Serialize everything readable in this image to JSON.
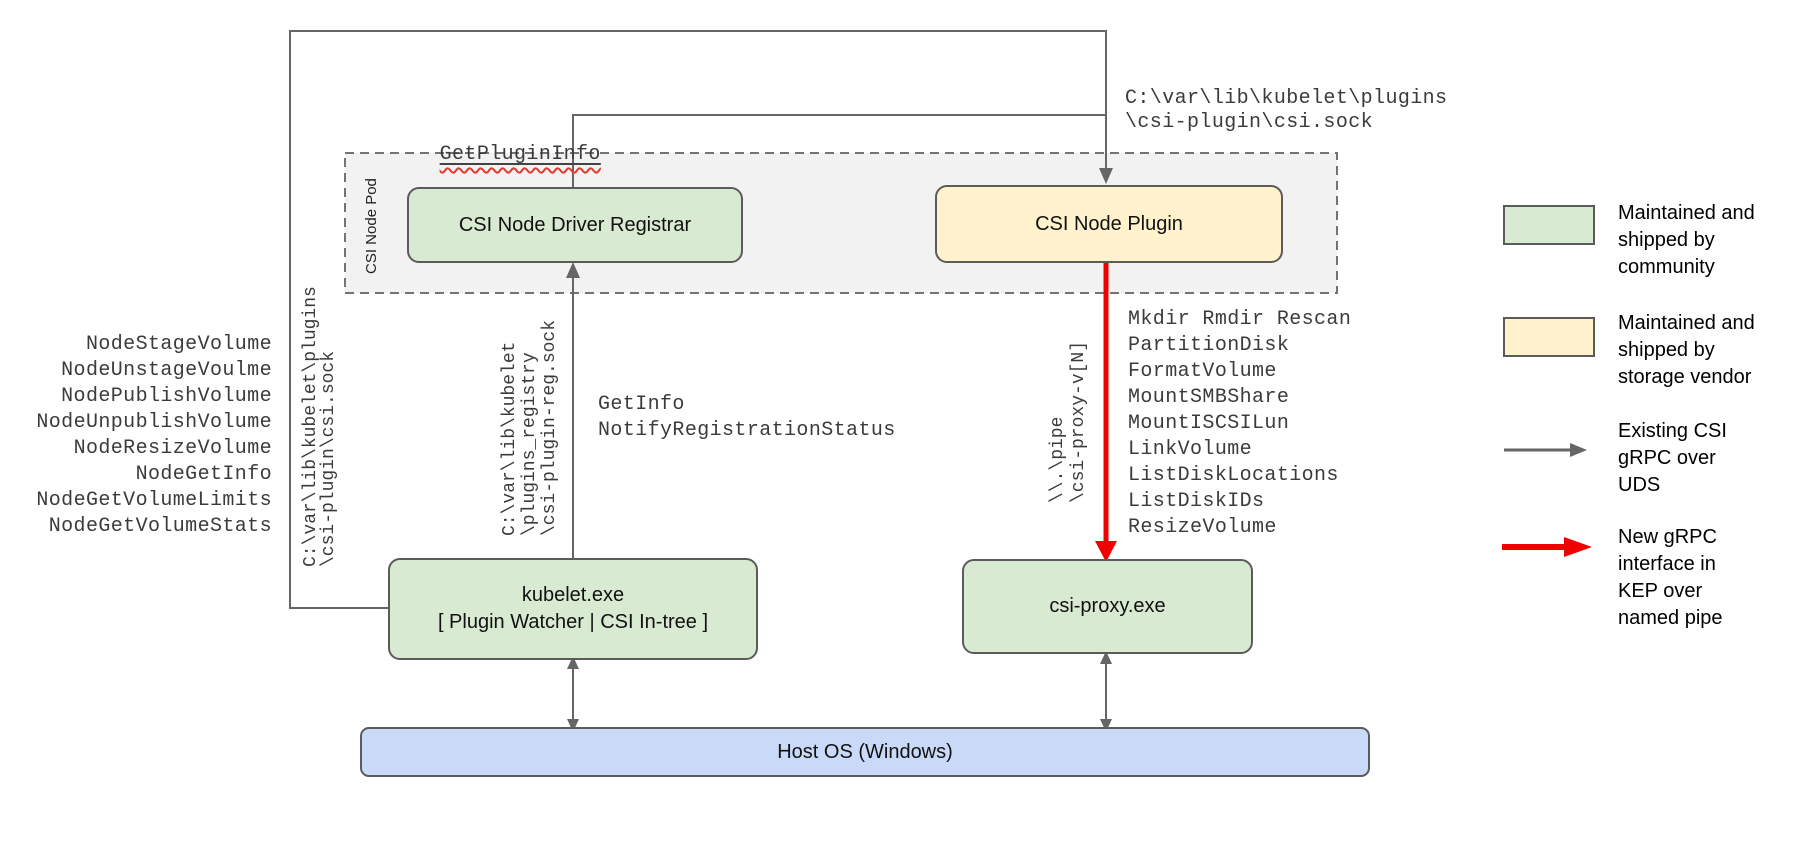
{
  "nodes": {
    "pod_label": "CSI Node Pod",
    "registrar": "CSI Node Driver Registrar",
    "plugin": "CSI Node Plugin",
    "kubelet": "kubelet.exe\n[ Plugin Watcher | CSI In-tree ]",
    "csi_proxy": "csi-proxy.exe",
    "host_os": "Host OS (Windows)"
  },
  "labels": {
    "get_plugin_info": "GetPluginInfo",
    "csi_sock_path_top": "C:\\var\\lib\\kubelet\\plugins\n\\csi-plugin\\csi.sock",
    "csi_sock_path_left": "C:\\var\\lib\\kubelet\\plugins\n\\csi-plugin\\csi.sock",
    "registration_sock_path": "C:\\var\\lib\\kubelet\n\\plugins_registry\n\\csi-plugin-reg.sock",
    "named_pipe_path": "\\\\.\\pipe\n\\csi-proxy-v[N]",
    "registration_calls": "GetInfo\nNotifyRegistrationStatus",
    "node_rpc_list": "NodeStageVolume\nNodeUnstageVoulme\nNodePublishVolume\nNodeUnpublishVolume\nNodeResizeVolume\nNodeGetInfo\nNodeGetVolumeLimits\nNodeGetVolumeStats",
    "proxy_api_list": "Mkdir Rmdir Rescan\nPartitionDisk\nFormatVolume\nMountSMBShare\nMountISCSILun\nLinkVolume\nListDiskLocations\nListDiskIDs\nResizeVolume"
  },
  "legend": {
    "community": "Maintained and\nshipped by\ncommunity",
    "storage_vendor": "Maintained and\nshipped by\nstorage vendor",
    "existing_uds": "Existing CSI\ngRPC over\nUDS",
    "new_pipe": "New gRPC\ninterface in\nKEP over\nnamed pipe"
  },
  "colors": {
    "community_fill": "#d9ead3",
    "vendor_fill": "#fff2cc",
    "host_fill": "#c9daf8",
    "pod_fill": "#f2f2f2",
    "wire_gray": "#666666",
    "new_interface_red": "#f20000",
    "squiggle_red": "#e23a2e"
  }
}
